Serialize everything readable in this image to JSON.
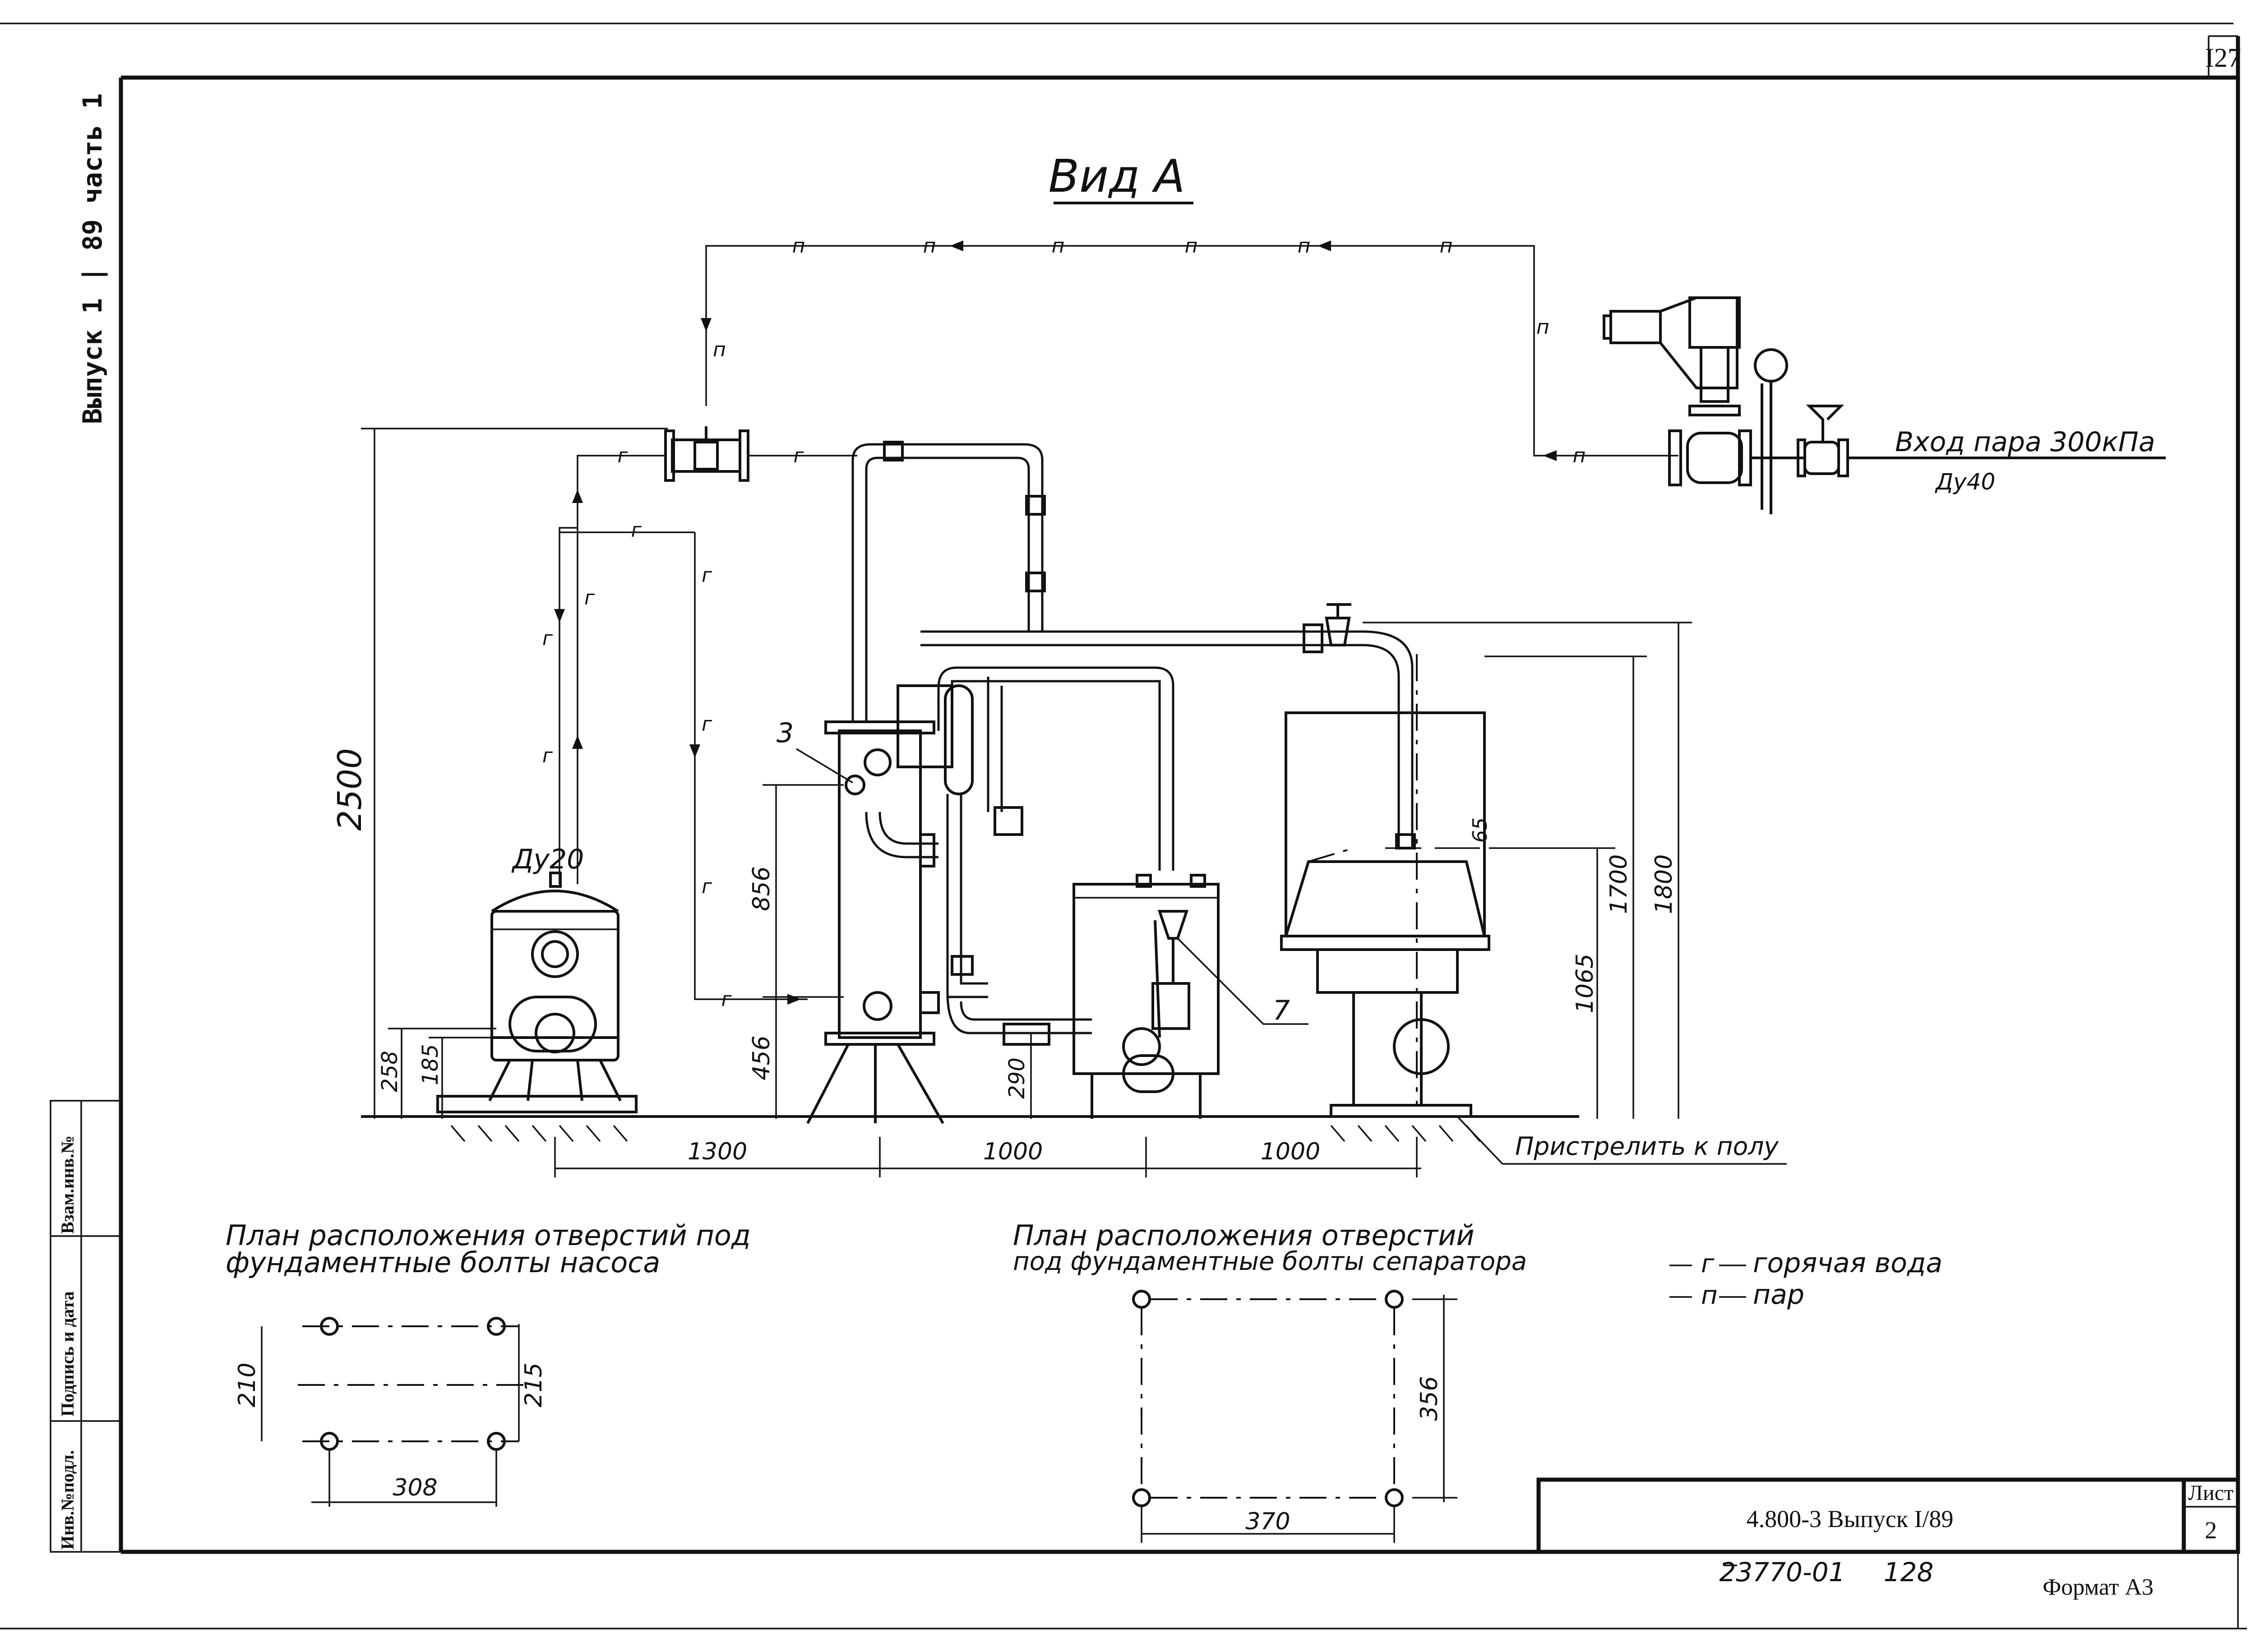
{
  "sheet_corner_number": "I27",
  "side_stamp": "Выпуск 1 | 89 часть 1",
  "side_table": [
    "Инв.№подл.",
    "Подпись и дата",
    "Взам.инв.№"
  ],
  "view_title": "Вид А",
  "steam_inlet": {
    "label": "Вход пара 300кПа",
    "size": "Ду40"
  },
  "pump_inlet_size": "Ду20",
  "line_labels": {
    "steam": "п",
    "hot_water": "г"
  },
  "item_labels": [
    "3",
    "7"
  ],
  "dimensions": {
    "height_total": "2500",
    "pump_axis_1": "258",
    "pump_axis_2": "185",
    "heater_lower": "456",
    "heater_upper": "856",
    "tank_pipe": "290",
    "separator_1065": "1065",
    "separator_1700": "1700",
    "separator_1800": "1800",
    "separator_65": "65",
    "span_1": "1300",
    "span_2": "1000",
    "span_3": "1000"
  },
  "floor_note": "Пристрелить к полу",
  "plan_pump": {
    "title_line1": "План расположения отверстий под",
    "title_line2": "фундаментные болты насоса",
    "dim_a": "210",
    "dim_b": "215",
    "dim_c": "308"
  },
  "plan_separator": {
    "title_line1": "План расположения отверстий",
    "title_line2": "под фундаментные болты сепаратора",
    "dim_a": "356",
    "dim_b": "370"
  },
  "legend": [
    {
      "code": "г",
      "text": "горячая вода"
    },
    {
      "code": "п",
      "text": "пар"
    }
  ],
  "title_block": {
    "designation": "4.800-3  Выпуск I/89",
    "sheet_label": "Лист",
    "sheet_number": "2"
  },
  "below_frame": {
    "archive_no": "23770-01",
    "page_no": "128",
    "format": "Формат А3"
  }
}
